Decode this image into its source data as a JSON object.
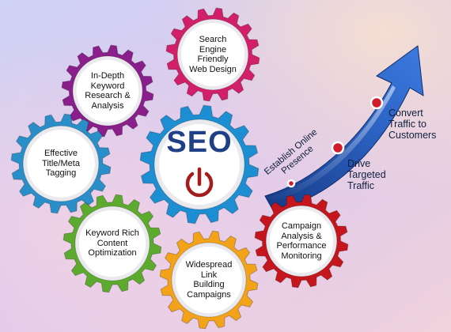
{
  "center": {
    "title": "SEO",
    "icon": "power-icon",
    "color": "#1e8ed2"
  },
  "gears": [
    {
      "id": "web-design",
      "label": "Search\nEngine\nFriendly\nWeb Design",
      "color": "#d21f6a"
    },
    {
      "id": "keyword-research",
      "label": "In-Depth\nKeyword\nResearch &\nAnalysis",
      "color": "#8a1f8c"
    },
    {
      "id": "title-meta",
      "label": "Effective\nTitle/Meta\nTagging",
      "color": "#2a8fc9"
    },
    {
      "id": "keyword-content",
      "label": "Keyword Rich\nContent\nOptimization",
      "color": "#5cab2e"
    },
    {
      "id": "link-building",
      "label": "Widespread\nLink\nBuilding\nCampaigns",
      "color": "#f2a31a"
    },
    {
      "id": "campaign-analysis",
      "label": "Campaign\nAnalysis &\nPerformance\nMonitoring",
      "color": "#c4161c"
    }
  ],
  "arrow": {
    "color": "#1f4fa3",
    "stages": [
      {
        "label": "Establish Online\nPresence"
      },
      {
        "label": "Drive\nTargeted\nTraffic"
      },
      {
        "label": "Convert\nTraffic to\nCustomers"
      }
    ]
  }
}
